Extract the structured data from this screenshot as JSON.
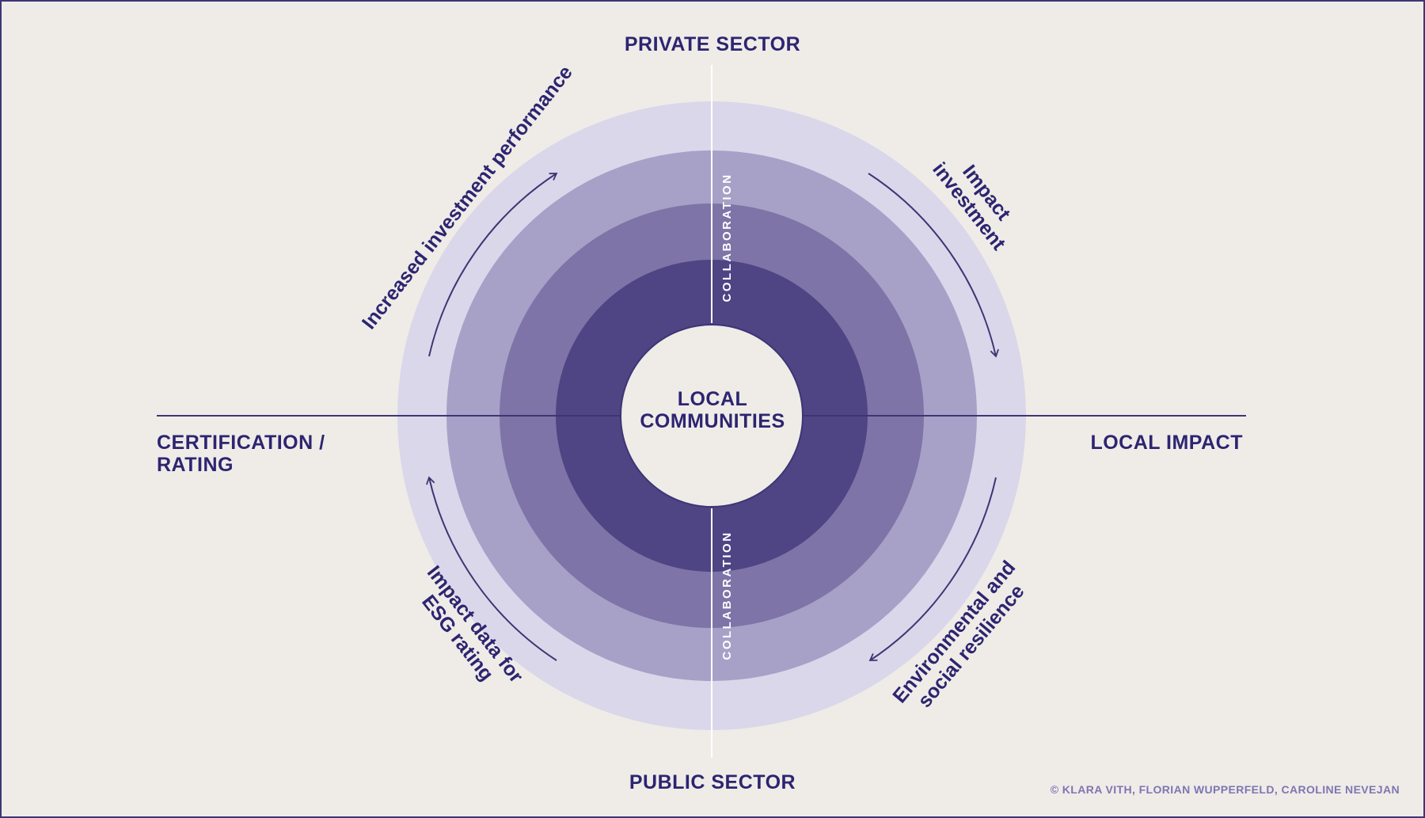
{
  "sectors": {
    "top": "PRIVATE SECTOR",
    "bottom": "PUBLIC SECTOR",
    "left": "CERTIFICATION / RATING",
    "right": "LOCAL IMPACT"
  },
  "center": "LOCAL COMMUNITIES",
  "collaboration_label": "COLLABORATION",
  "flows": {
    "top_left": "Increased investment performance",
    "top_right_line1": "Impact",
    "top_right_line2": "investment",
    "bottom_right_line1": "Environmental and",
    "bottom_right_line2": "social resilience",
    "bottom_left_line1": "Impact data for",
    "bottom_left_line2": "ESG rating"
  },
  "credit": "© KLARA VITH, FLORIAN WUPPERFELD, CAROLINE NEVEJAN",
  "colors": {
    "background": "#efece8",
    "ring_outer": "#dbd7ea",
    "ring_2": "#a7a1c8",
    "ring_3": "#7e74a7",
    "ring_inner": "#4f4484",
    "center": "#efece8",
    "text": "#2d2570",
    "line": "#3d3674",
    "credit": "#7d76b2"
  }
}
